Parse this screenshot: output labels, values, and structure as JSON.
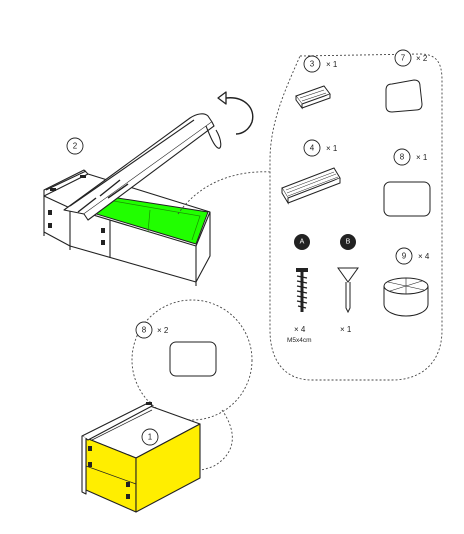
{
  "colors": {
    "highlight_green": "#21ff00",
    "highlight_yellow": "#ffee00",
    "ink": "#222222"
  },
  "callouts": [
    {
      "id": "c1",
      "number": "1"
    },
    {
      "id": "c2",
      "number": "2"
    },
    {
      "id": "c3",
      "number": "3",
      "qty": "× 1"
    },
    {
      "id": "c4",
      "number": "4",
      "qty": "× 1"
    },
    {
      "id": "c7",
      "number": "7",
      "qty": "× 2"
    },
    {
      "id": "c8a",
      "number": "8",
      "qty": "× 1"
    },
    {
      "id": "c8b",
      "number": "8",
      "qty": "× 2"
    },
    {
      "id": "c9",
      "number": "9",
      "qty": "× 4"
    }
  ],
  "hardware": [
    {
      "id": "A",
      "letter": "A",
      "qty": "× 4",
      "spec": "M5x4cm"
    },
    {
      "id": "B",
      "letter": "B",
      "qty": "× 1"
    }
  ]
}
